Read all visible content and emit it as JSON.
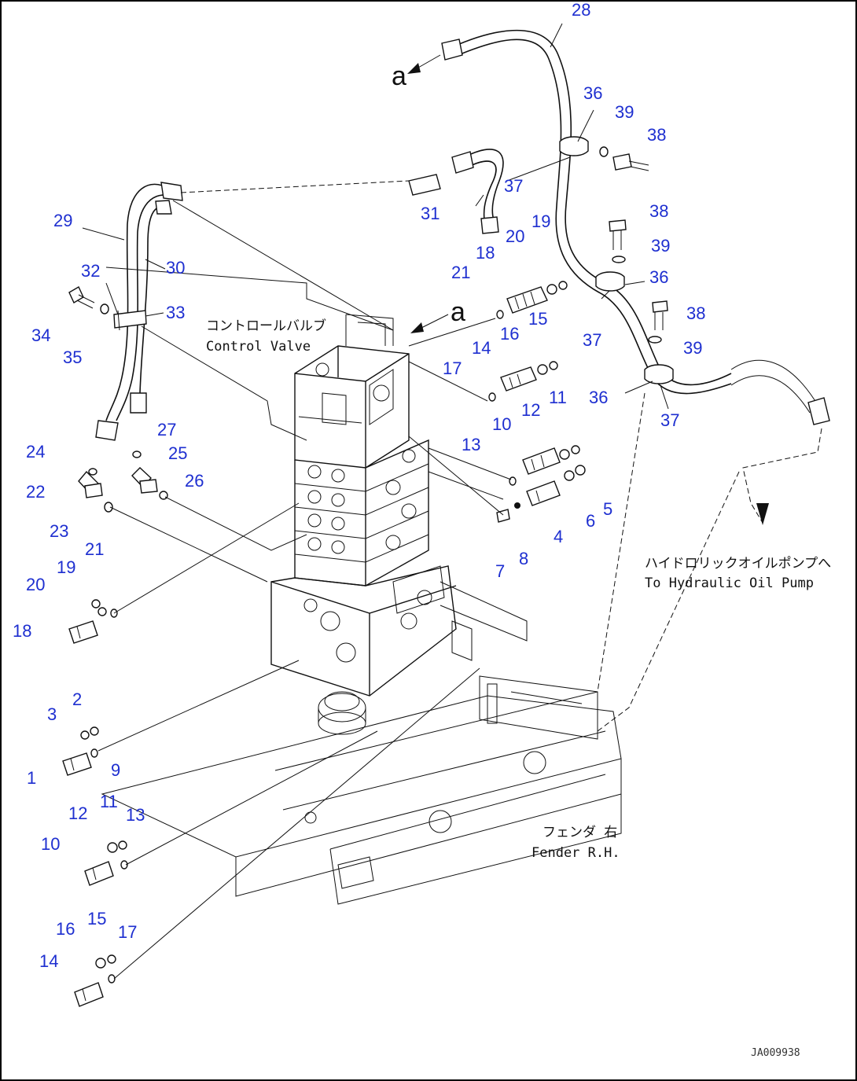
{
  "diagram": {
    "border_color": "#000000",
    "number_color": "#1e2fd0",
    "labels": {
      "control_valve_jp": "コントロールバルブ",
      "control_valve_en": "Control Valve",
      "hydraulic_pump_jp": "ハイドロリックオイルポンプへ",
      "hydraulic_pump_en": "To Hydraulic Oil Pump",
      "fender_jp": "フェンダ 右",
      "fender_en": "Fender R.H.",
      "ref_a_top": "a",
      "ref_a_mid": "a",
      "drawing_id": "JA009938"
    },
    "callouts": [
      {
        "id": "c28",
        "text": "28"
      },
      {
        "id": "c36a",
        "text": "36"
      },
      {
        "id": "c39a",
        "text": "39"
      },
      {
        "id": "c38a",
        "text": "38"
      },
      {
        "id": "c37a",
        "text": "37"
      },
      {
        "id": "c31",
        "text": "31"
      },
      {
        "id": "c38b",
        "text": "38"
      },
      {
        "id": "c39b",
        "text": "39"
      },
      {
        "id": "c36b",
        "text": "36"
      },
      {
        "id": "c29",
        "text": "29"
      },
      {
        "id": "c30",
        "text": "30"
      },
      {
        "id": "c32",
        "text": "32"
      },
      {
        "id": "c33",
        "text": "33"
      },
      {
        "id": "c34",
        "text": "34"
      },
      {
        "id": "c35",
        "text": "35"
      },
      {
        "id": "c18a",
        "text": "18"
      },
      {
        "id": "c20a",
        "text": "20"
      },
      {
        "id": "c19a",
        "text": "19"
      },
      {
        "id": "c21a",
        "text": "21"
      },
      {
        "id": "c38c",
        "text": "38"
      },
      {
        "id": "c39c",
        "text": "39"
      },
      {
        "id": "c37b",
        "text": "37"
      },
      {
        "id": "c16a",
        "text": "16"
      },
      {
        "id": "c15a",
        "text": "15"
      },
      {
        "id": "c14a",
        "text": "14"
      },
      {
        "id": "c17a",
        "text": "17"
      },
      {
        "id": "c36c",
        "text": "36"
      },
      {
        "id": "c37c",
        "text": "37"
      },
      {
        "id": "c11a",
        "text": "11"
      },
      {
        "id": "c12a",
        "text": "12"
      },
      {
        "id": "c10a",
        "text": "10"
      },
      {
        "id": "c13a",
        "text": "13"
      },
      {
        "id": "c5",
        "text": "5"
      },
      {
        "id": "c6",
        "text": "6"
      },
      {
        "id": "c4",
        "text": "4"
      },
      {
        "id": "c8",
        "text": "8"
      },
      {
        "id": "c7",
        "text": "7"
      },
      {
        "id": "c27",
        "text": "27"
      },
      {
        "id": "c25",
        "text": "25"
      },
      {
        "id": "c26",
        "text": "26"
      },
      {
        "id": "c24",
        "text": "24"
      },
      {
        "id": "c22",
        "text": "22"
      },
      {
        "id": "c23",
        "text": "23"
      },
      {
        "id": "c21b",
        "text": "21"
      },
      {
        "id": "c19b",
        "text": "19"
      },
      {
        "id": "c20b",
        "text": "20"
      },
      {
        "id": "c18b",
        "text": "18"
      },
      {
        "id": "c2",
        "text": "2"
      },
      {
        "id": "c3",
        "text": "3"
      },
      {
        "id": "c1",
        "text": "1"
      },
      {
        "id": "c9",
        "text": "9"
      },
      {
        "id": "c11b",
        "text": "11"
      },
      {
        "id": "c12b",
        "text": "12"
      },
      {
        "id": "c13b",
        "text": "13"
      },
      {
        "id": "c10b",
        "text": "10"
      },
      {
        "id": "c15b",
        "text": "15"
      },
      {
        "id": "c16b",
        "text": "16"
      },
      {
        "id": "c17b",
        "text": "17"
      },
      {
        "id": "c14b",
        "text": "14"
      }
    ]
  }
}
